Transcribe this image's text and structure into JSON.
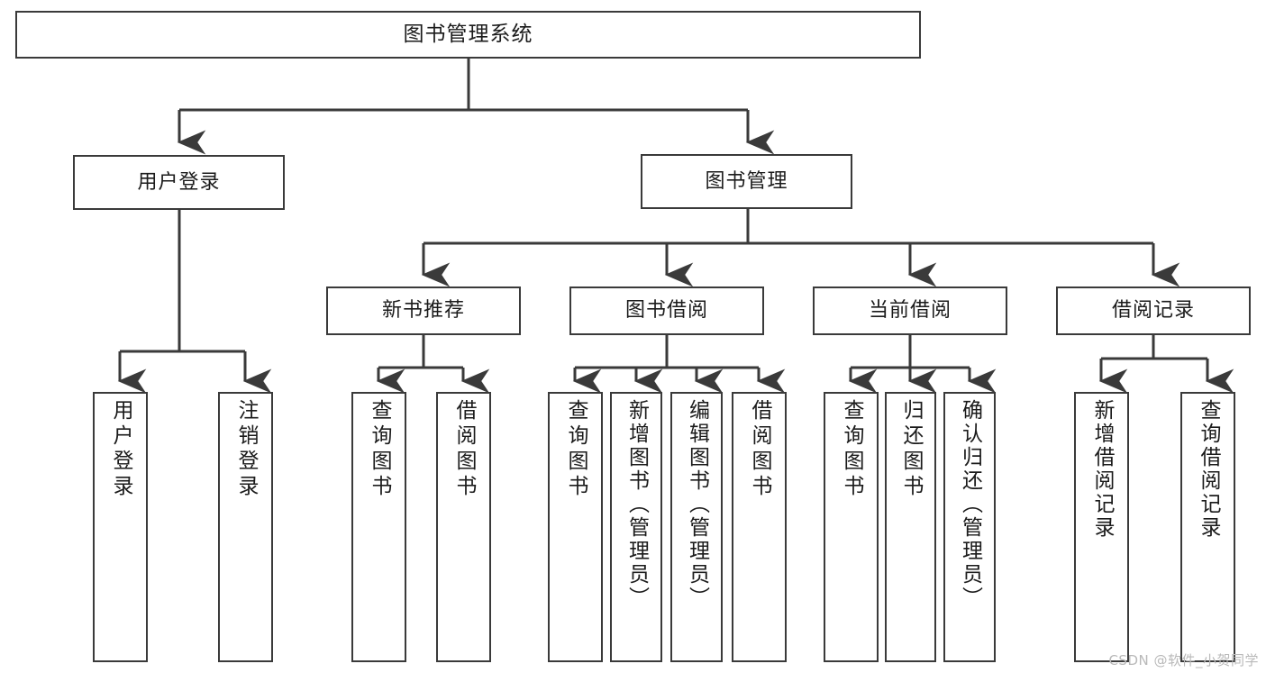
{
  "diagram": {
    "title": "图书管理系统",
    "type": "tree-hierarchy-chart",
    "root": {
      "label": "图书管理系统"
    },
    "level2": [
      {
        "id": "user-login",
        "label": "用户登录"
      },
      {
        "id": "book-manage",
        "label": "图书管理"
      }
    ],
    "level3": [
      {
        "id": "new-book-rec",
        "label": "新书推荐"
      },
      {
        "id": "book-borrow",
        "label": "图书借阅"
      },
      {
        "id": "current-borrow",
        "label": "当前借阅"
      },
      {
        "id": "borrow-record",
        "label": "借阅记录"
      }
    ],
    "leaves": {
      "user_login": [
        {
          "id": "leaf-user-login",
          "label": "用户登录"
        },
        {
          "id": "leaf-logout",
          "label": "注销登录"
        }
      ],
      "new_book_rec": [
        {
          "id": "leaf-query-book-1",
          "label": "查询图书"
        },
        {
          "id": "leaf-borrow-book-1",
          "label": "借阅图书"
        }
      ],
      "book_borrow": [
        {
          "id": "leaf-query-book-2",
          "label": "查询图书"
        },
        {
          "id": "leaf-add-book",
          "label": "新增图书（管理员）"
        },
        {
          "id": "leaf-edit-book",
          "label": "编辑图书（管理员）"
        },
        {
          "id": "leaf-borrow-book-2",
          "label": "借阅图书"
        }
      ],
      "current_borrow": [
        {
          "id": "leaf-query-book-3",
          "label": "查询图书"
        },
        {
          "id": "leaf-return-book",
          "label": "归还图书"
        },
        {
          "id": "leaf-confirm-return",
          "label": "确认归还（管理员）"
        }
      ],
      "borrow_record": [
        {
          "id": "leaf-add-record",
          "label": "新增借阅记录"
        },
        {
          "id": "leaf-query-record",
          "label": "查询借阅记录"
        }
      ]
    }
  },
  "watermark": {
    "text": "CSDN @软件_小贺同学"
  },
  "colors": {
    "stroke": "#3a3a3a",
    "background": "#ffffff",
    "text": "#1b1b1b",
    "watermark": "#b9b9b9"
  }
}
